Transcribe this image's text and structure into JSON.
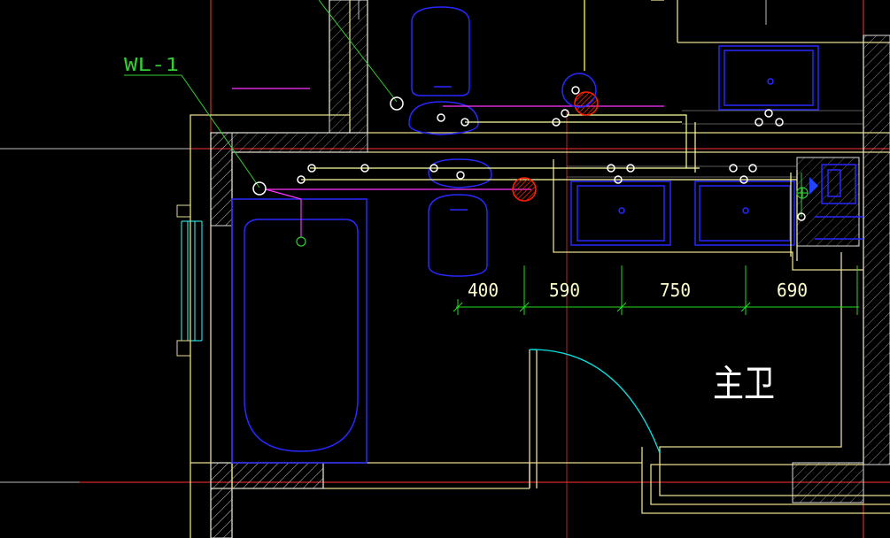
{
  "drawing": {
    "pipe_label": "WL-1",
    "room_label": "主卫",
    "dimensions": [
      "400",
      "590",
      "750",
      "690"
    ]
  },
  "colors": {
    "background": "#000000",
    "wall": "#e6dc8c",
    "fixture": "#2828ff",
    "dimension": "#22dd22",
    "leader": "#33cc33",
    "axis": "#ff3333",
    "drain_pipe": "#ff33ff",
    "supply_pipe": "#ffffa0",
    "door_arc": "#00e6e6",
    "window": "#33ffff",
    "hatch": "#dddddd",
    "node": "#ffffff",
    "riser_fill": "#ff2200"
  }
}
